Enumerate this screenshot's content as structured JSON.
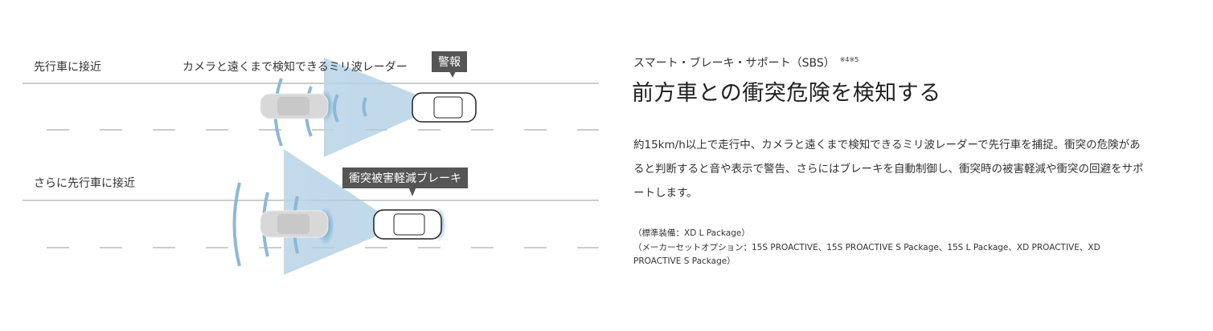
{
  "diagram": {
    "scene1": {
      "label": "先行車に接近",
      "radar_label": "カメラと遠くまで検知できるミリ波レーダー",
      "tag": "警報"
    },
    "scene2": {
      "label": "さらに先行車に接近",
      "tag": "衝突被害軽減ブレーキ"
    },
    "colors": {
      "beam": "#9cc3dc",
      "tag_bg": "#555555",
      "road_line": "#cccccc"
    }
  },
  "section": {
    "subtitle": "スマート・ブレーキ・サポート（SBS）",
    "footnote_refs": "※4※5",
    "heading": "前方車との衝突危険を検知する",
    "body": "約15km/h以上で走行中、カメラと遠くまで検知できるミリ波レーダーで先行車を捕捉。衝突の危険があると判断すると音や表示で警告、さらにはブレーキを自動制御し、衝突時の被害軽減や衝突の回避をサポートします。",
    "notes": [
      "（標準装備：XD L Package）",
      "（メーカーセットオプション：15S PROACTIVE、15S PROACTIVE S Package、15S L Package、XD PROACTIVE、XD PROACTIVE S Package）"
    ]
  }
}
